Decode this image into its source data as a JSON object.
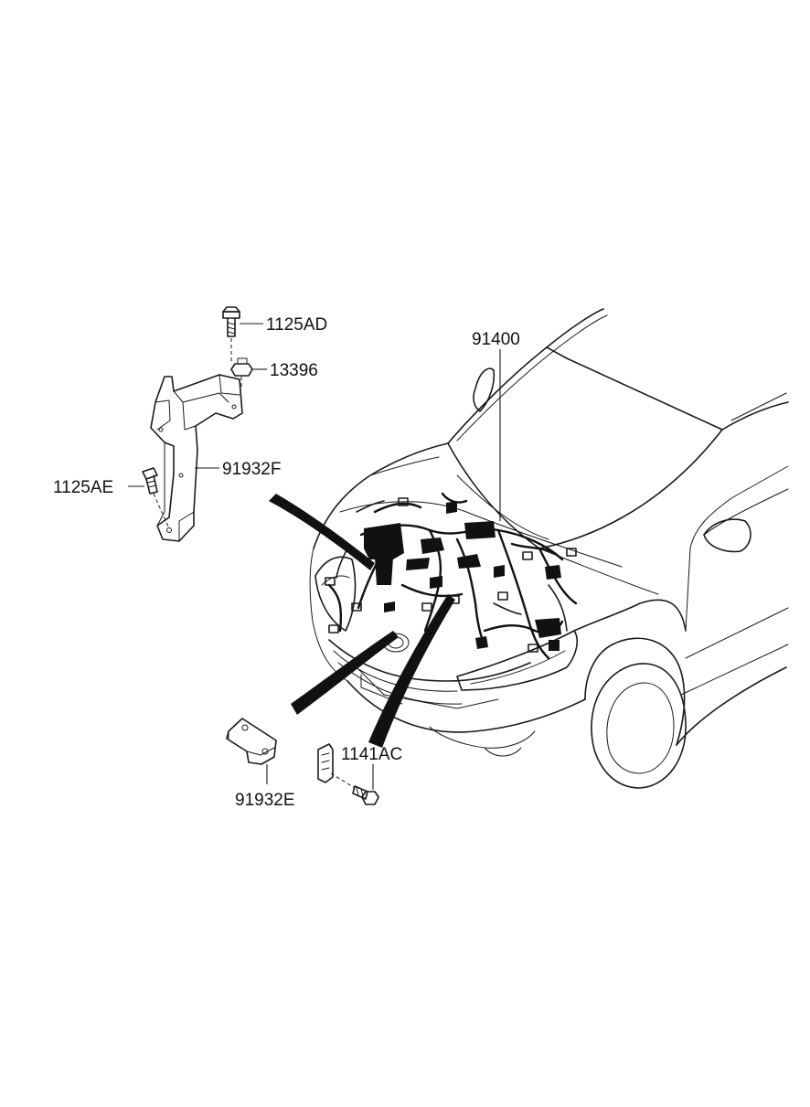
{
  "labels": {
    "p1125AD": "1125AD",
    "p13396": "13396",
    "p91932F": "91932F",
    "p1125AE": "1125AE",
    "p91400": "91400",
    "p1141AC": "1141AC",
    "p91932E": "91932E"
  },
  "colors": {
    "line": "#1a1a1a",
    "background": "#ffffff"
  }
}
